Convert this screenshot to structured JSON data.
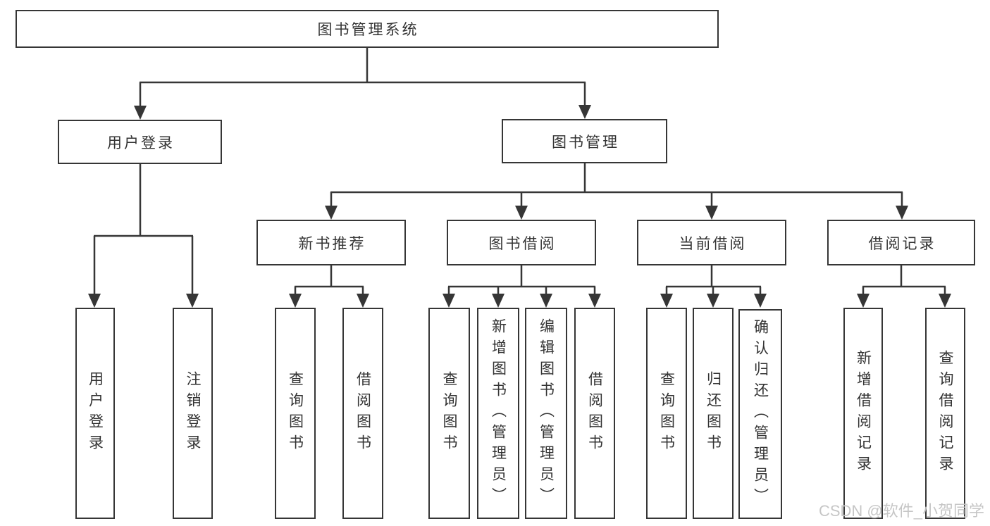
{
  "root_label": "图书管理系统",
  "branches": [
    {
      "label": "用户登录",
      "leaves": [
        "用户登录",
        "注销登录"
      ]
    },
    {
      "label": "图书管理",
      "groups": [
        {
          "label": "新书推荐",
          "leaves": [
            "查询图书",
            "借阅图书"
          ]
        },
        {
          "label": "图书借阅",
          "leaves": [
            "查询图书",
            "新增图书（管理员）",
            "编辑图书（管理员）",
            "借阅图书"
          ]
        },
        {
          "label": "当前借阅",
          "leaves": [
            "查询图书",
            "归还图书",
            "确认归还（管理员）"
          ]
        },
        {
          "label": "借阅记录",
          "leaves": [
            "新增借阅记录",
            "查询借阅记录"
          ]
        }
      ]
    }
  ],
  "watermark": "CSDN @软件_小贺同学",
  "colors": {
    "line": "#363636",
    "text": "#333333",
    "background": "#ffffff",
    "watermark_text": "#c2c2c2"
  }
}
